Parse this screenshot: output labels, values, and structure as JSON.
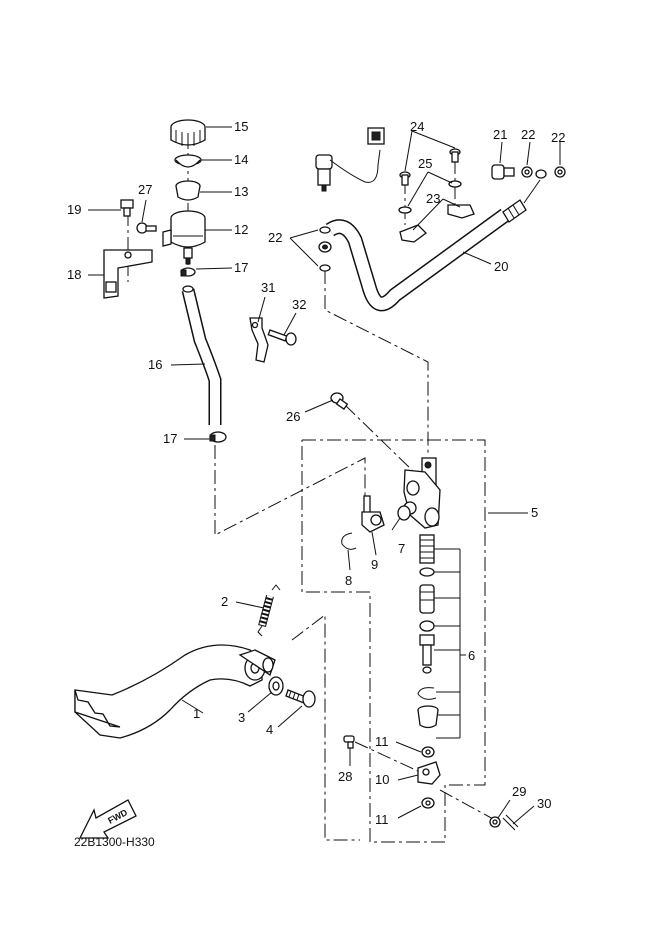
{
  "diagram": {
    "code": "22B1300-H330",
    "fwd_label": "FWD",
    "callouts": {
      "c1": "1",
      "c2": "2",
      "c3": "3",
      "c4": "4",
      "c5": "5",
      "c6": "6",
      "c7": "7",
      "c8": "8",
      "c9": "9",
      "c10": "10",
      "c11a": "11",
      "c11b": "11",
      "c12": "12",
      "c13": "13",
      "c14": "14",
      "c15": "15",
      "c16": "16",
      "c17a": "17",
      "c17b": "17",
      "c18": "18",
      "c19": "19",
      "c20": "20",
      "c21": "21",
      "c22a": "22",
      "c22b": "22",
      "c22c": "22",
      "c23": "23",
      "c24": "24",
      "c25": "25",
      "c26": "26",
      "c27": "27",
      "c28": "28",
      "c29": "29",
      "c30": "30",
      "c31": "31",
      "c32": "32"
    }
  }
}
